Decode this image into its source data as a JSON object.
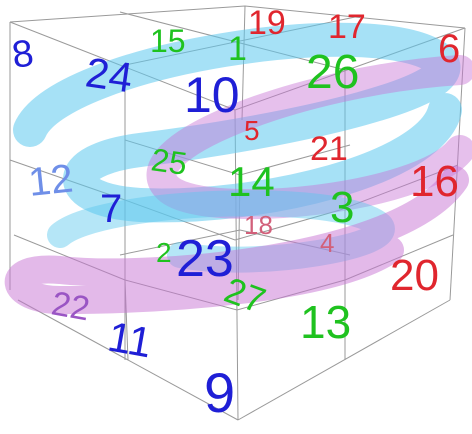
{
  "colors": {
    "blue": "#1f1fd6",
    "lightblue": "#6f8fe8",
    "green": "#1fc21f",
    "red": "#e0262e",
    "pinkish": "#d2607a",
    "purple": "#9a55c4",
    "cyan_band": "#5cc8ee",
    "magenta_band": "#c774d4",
    "grid": "#9a9a9a"
  },
  "numbers": [
    {
      "text": "8",
      "color": "blue"
    },
    {
      "text": "24",
      "color": "blue"
    },
    {
      "text": "15",
      "color": "green"
    },
    {
      "text": "1",
      "color": "green"
    },
    {
      "text": "19",
      "color": "red"
    },
    {
      "text": "17",
      "color": "red"
    },
    {
      "text": "26",
      "color": "green"
    },
    {
      "text": "6",
      "color": "red"
    },
    {
      "text": "10",
      "color": "blue"
    },
    {
      "text": "5",
      "color": "red"
    },
    {
      "text": "25",
      "color": "green"
    },
    {
      "text": "21",
      "color": "red"
    },
    {
      "text": "12",
      "color": "lightblue"
    },
    {
      "text": "14",
      "color": "green"
    },
    {
      "text": "16",
      "color": "red"
    },
    {
      "text": "7",
      "color": "blue"
    },
    {
      "text": "3",
      "color": "green"
    },
    {
      "text": "18",
      "color": "pinkish"
    },
    {
      "text": "2",
      "color": "green"
    },
    {
      "text": "23",
      "color": "blue"
    },
    {
      "text": "4",
      "color": "pinkish"
    },
    {
      "text": "20",
      "color": "red"
    },
    {
      "text": "22",
      "color": "purple"
    },
    {
      "text": "27",
      "color": "green"
    },
    {
      "text": "11",
      "color": "blue"
    },
    {
      "text": "13",
      "color": "green"
    },
    {
      "text": "9",
      "color": "blue"
    }
  ]
}
